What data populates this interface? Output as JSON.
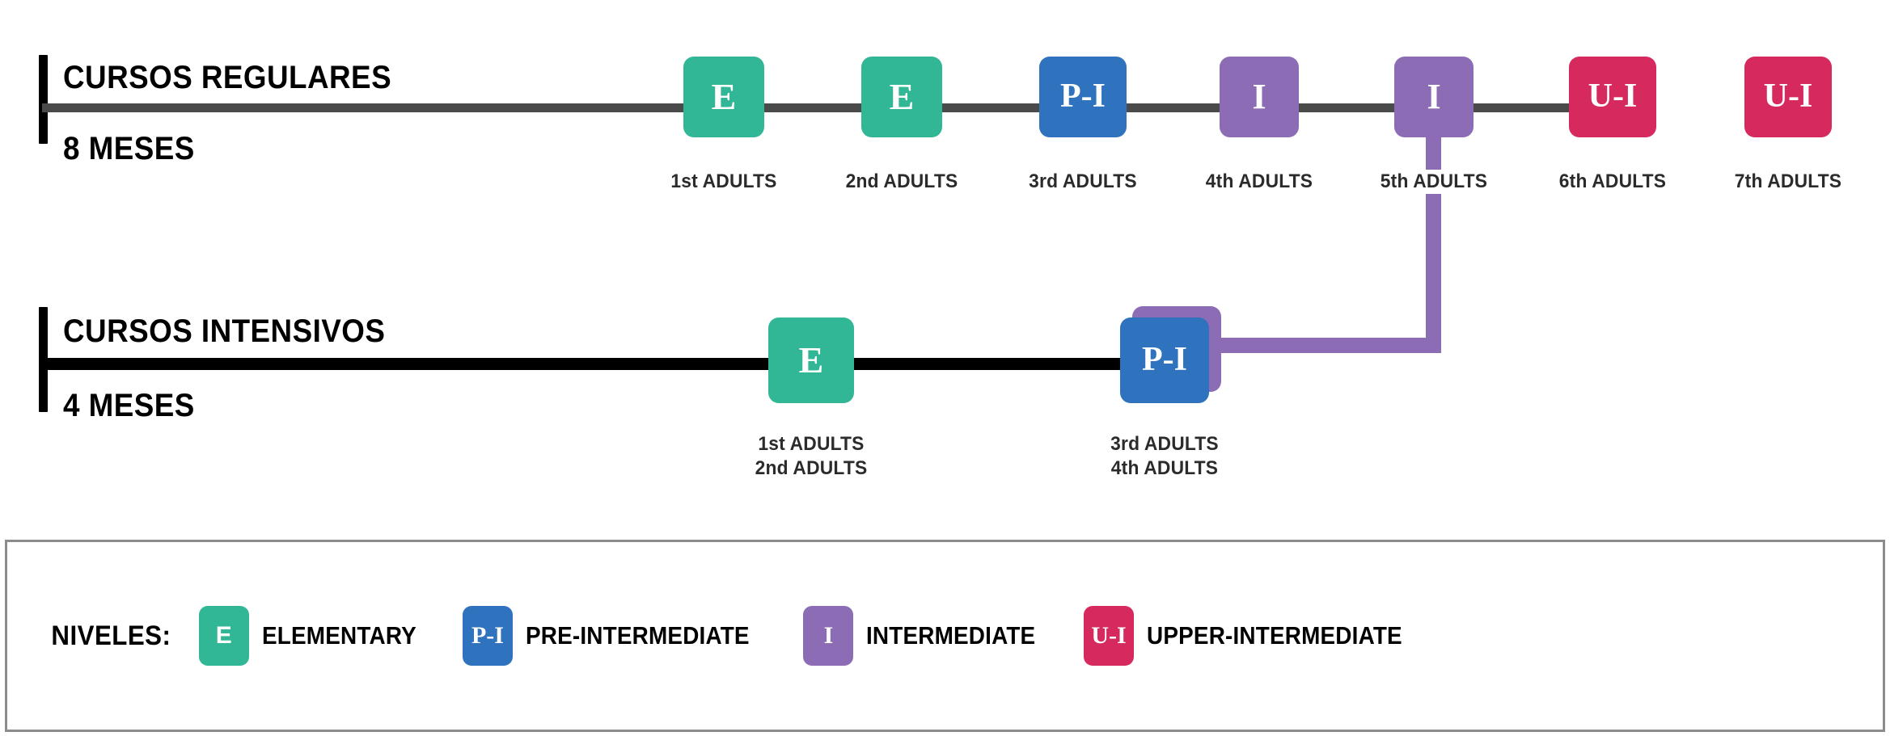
{
  "palette": {
    "elementary": "#31b795",
    "pre_intermediate": "#2f72bd",
    "intermediate": "#8c6cb4",
    "upper_intermediate": "#d62a5f",
    "track_regular": "#4a4a4a",
    "track_intensive": "#000000",
    "legend_border": "#8c8c8c",
    "text": "#000000",
    "caption_text": "#2b2b2b"
  },
  "rows": [
    {
      "id": "regular",
      "title": "CURSOS REGULARES",
      "duration": "8 MESES",
      "steps": [
        {
          "code": "E",
          "level": "elementary",
          "captions": [
            "1st ADULTS"
          ]
        },
        {
          "code": "E",
          "level": "elementary",
          "captions": [
            "2nd ADULTS"
          ]
        },
        {
          "code": "P-I",
          "level": "pre_intermediate",
          "captions": [
            "3rd ADULTS"
          ]
        },
        {
          "code": "I",
          "level": "intermediate",
          "captions": [
            "4th ADULTS"
          ]
        },
        {
          "code": "I",
          "level": "intermediate",
          "captions": [
            "5th ADULTS"
          ]
        },
        {
          "code": "U-I",
          "level": "upper_intermediate",
          "captions": [
            "6th ADULTS"
          ]
        },
        {
          "code": "U-I",
          "level": "upper_intermediate",
          "captions": [
            "7th ADULTS"
          ]
        }
      ]
    },
    {
      "id": "intensive",
      "title": "CURSOS INTENSIVOS",
      "duration": "4 MESES",
      "steps": [
        {
          "code": "E",
          "level": "elementary",
          "captions": [
            "1st ADULTS",
            "2nd ADULTS"
          ]
        },
        {
          "code": "P-I",
          "level": "pre_intermediate",
          "captions": [
            "3rd ADULTS",
            "4th ADULTS"
          ],
          "behind_level": "intermediate"
        }
      ]
    }
  ],
  "legend": {
    "title": "NIVELES:",
    "items": [
      {
        "code": "E",
        "label": "ELEMENTARY",
        "level": "elementary"
      },
      {
        "code": "P-I",
        "label": "PRE-INTERMEDIATE",
        "level": "pre_intermediate"
      },
      {
        "code": "I",
        "label": "INTERMEDIATE",
        "level": "intermediate"
      },
      {
        "code": "U-I",
        "label": "UPPER-INTERMEDIATE",
        "level": "upper_intermediate"
      }
    ]
  },
  "connector": {
    "name": "intensive-to-regular-link",
    "color": "#8c6cb4",
    "from": "intensive 3rd/4th ADULTS (P-I)",
    "to": "regular 5th ADULTS (I)"
  }
}
